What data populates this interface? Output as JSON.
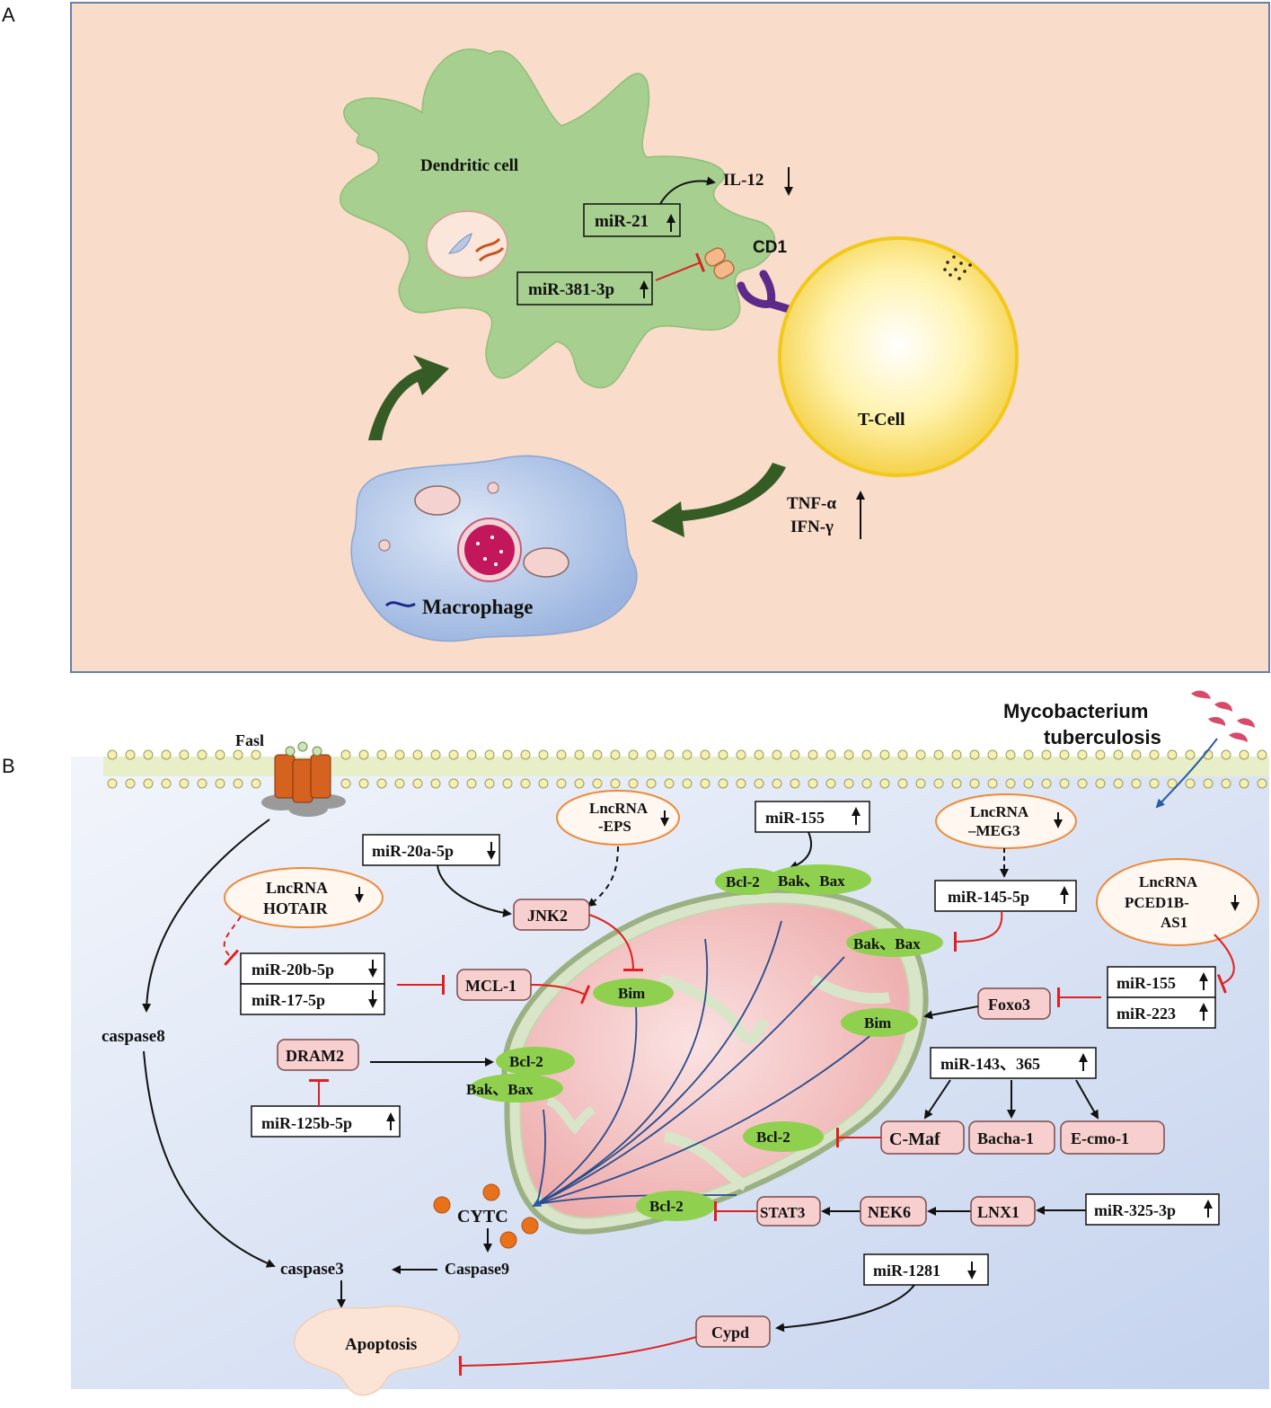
{
  "panel_a": {
    "letter": "A",
    "dendritic_cell": "Dendritic cell",
    "il12": "IL-12",
    "mir21": "miR-21",
    "mir381": "miR-381-3p",
    "cd1": "CD1",
    "tcell": "T-Cell",
    "tnf": "TNF-α",
    "ifn": "IFN-γ",
    "macrophage": "Macrophage"
  },
  "panel_b": {
    "letter": "B",
    "fasl": "Fasl",
    "mtb_line1": "Mycobacterium",
    "mtb_line2": "tuberculosis",
    "lnc_eps_1": "LncRNA",
    "lnc_eps_2": "-EPS",
    "mir20a": "miR-20a-5p",
    "lnc_hotair_1": "LncRNA",
    "lnc_hotair_2": "HOTAIR",
    "mir20b": "miR-20b-5p",
    "mir17": "miR-17-5p",
    "jnk2": "JNK2",
    "mcl1": "MCL-1",
    "bim_left": "Bim",
    "caspase8": "caspase8",
    "dram2": "DRAM2",
    "mir125b": "miR-125b-5p",
    "bcl2_left": "Bcl-2",
    "bakbax_left": "Bak、Bax",
    "mir155_top": "miR-155",
    "bcl2_top": "Bcl-2",
    "bakbax_top": "Bak、Bax",
    "lnc_meg3_1": "LncRNA",
    "lnc_meg3_2": "–MEG3",
    "mir145": "miR-145-5p",
    "bakbax_right": "Bak、Bax",
    "lnc_pced_1": "LncRNA",
    "lnc_pced_2": "PCED1B-",
    "lnc_pced_3": "AS1",
    "mir155_right": "miR-155",
    "mir223": "miR-223",
    "foxo3": "Foxo3",
    "bim_right": "Bim",
    "mir143": "miR-143、365",
    "cmaf": "C-Maf",
    "bacha": "Bacha-1",
    "ecmo": "E-cmo-1",
    "bcl2_mid": "Bcl-2",
    "bcl2_low": "Bcl-2",
    "stat3": "STAT3",
    "nek6": "NEK6",
    "lnx1": "LNX1",
    "mir325": "miR-325-3p",
    "cytc": "CYTC",
    "caspase9": "Caspase9",
    "caspase3": "caspase3",
    "apoptosis": "Apoptosis",
    "mir1281": "miR-1281",
    "cypd": "Cypd"
  },
  "colors": {
    "panel_a_bg": "#f9dcc9",
    "dendritic": "#a7cf8f",
    "tcell": "#fbe97a",
    "macrophage": "#aac3e6",
    "inhibit": "#e02020",
    "protein_box": "#f8cfcf",
    "bcl_ellipse": "#8fd04f",
    "arrow_green": "#355c24"
  }
}
